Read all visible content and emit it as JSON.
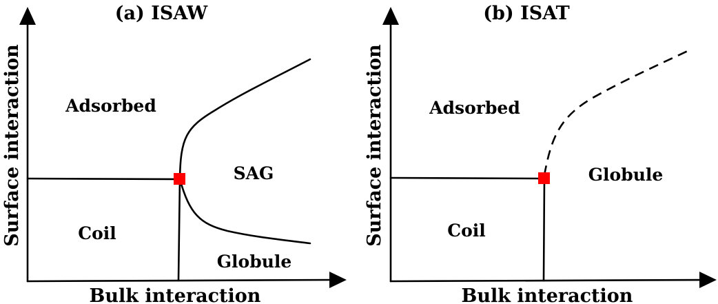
{
  "panels": [
    {
      "id": "a",
      "title": "(a) ISAW",
      "ylabel": "Surface interaction",
      "xlabel": "Bulk interaction",
      "regions": {
        "adsorbed": "Adsorbed",
        "coil": "Coil",
        "sag": "SAG",
        "globule": "Globule"
      },
      "multicritical_point_color": "#ff0000"
    },
    {
      "id": "b",
      "title": "(b) ISAT",
      "ylabel": "Surface interaction",
      "xlabel": "Bulk interaction",
      "regions": {
        "adsorbed": "Adsorbed",
        "coil": "Coil",
        "globule": "Globule"
      },
      "multicritical_point_color": "#ff0000"
    }
  ]
}
